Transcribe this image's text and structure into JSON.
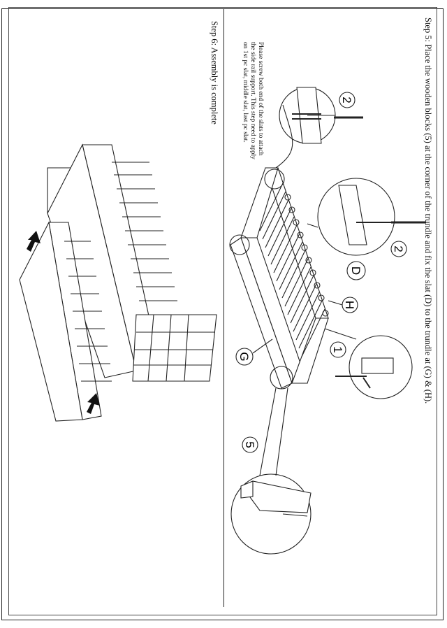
{
  "step5": {
    "text": "Step 5: Place the wooden blocks (5) at the corner of the trundle and fix the slat (D) to the trundle at (G) & (H).",
    "note_lines": [
      "Please screw both end of the slats to attach",
      "the side rail support. This step need to apply",
      "on 1st pc slat, middle slat, last pc slat."
    ]
  },
  "step6": {
    "text": "Step 6: Assembly is complete"
  },
  "part_labels": {
    "two_a": "2",
    "two_b": "2",
    "d": "D",
    "h": "H",
    "one": "1",
    "g": "G",
    "five": "5"
  }
}
